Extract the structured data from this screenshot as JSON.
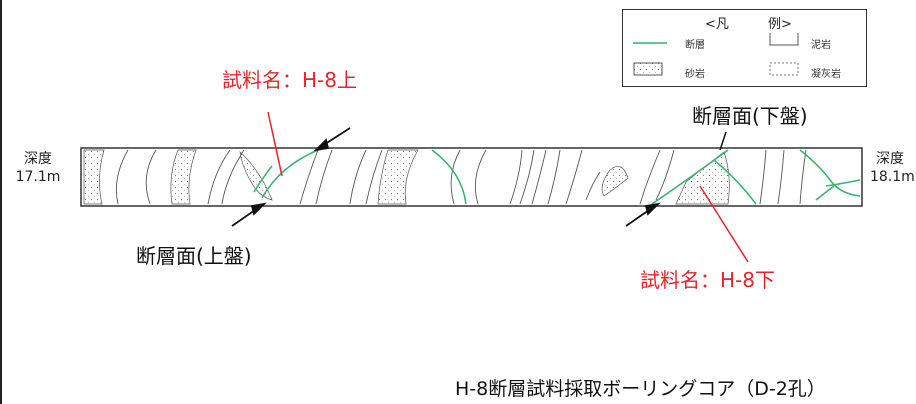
{
  "labels": {
    "sample_upper": "試料名：H-8上",
    "sample_lower": "試料名：H-8下",
    "fault_lower_wall": "断層面(下盤)",
    "fault_upper_wall": "断層面(上盤)",
    "depth_word": "深度",
    "depth_start": "17.1m",
    "depth_end": "18.1m",
    "title": "H-8断層試料採取ボーリングコア（D-2孔）"
  },
  "legend": {
    "title_left": "<凡",
    "title_right": "例>",
    "items": [
      {
        "label": "断層"
      },
      {
        "label": "泥岩"
      },
      {
        "label": "砂岩"
      },
      {
        "label": "凝灰岩"
      }
    ]
  },
  "colors": {
    "fault": "#3cb371",
    "sample_text": "#e8232a",
    "core_outline": "#333333"
  }
}
